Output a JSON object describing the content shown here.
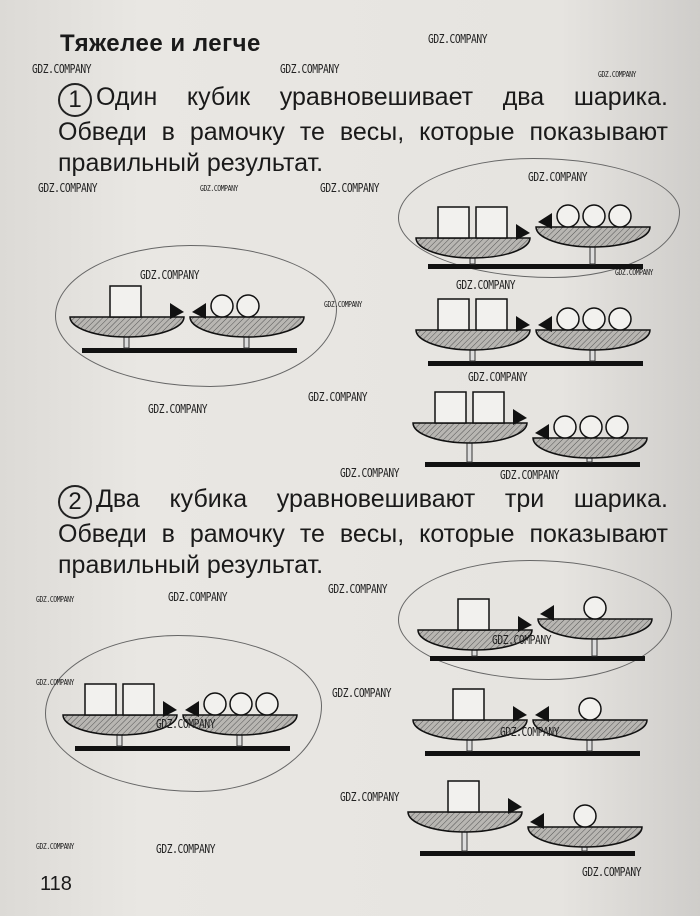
{
  "title": "Тяжелее и легче",
  "page_number": "118",
  "tasks": [
    {
      "number": "1",
      "text": "Один кубик уравновешивает два шарика. Обведи в рамочку те весы, которые показывают правильный результат.",
      "scales": [
        {
          "cubes": 1,
          "balls": 2,
          "left_pan": "level",
          "circled": true
        },
        {
          "cubes": 2,
          "balls": 3,
          "left_pan": "lower",
          "circled": true
        },
        {
          "cubes": 2,
          "balls": 3,
          "left_pan": "level",
          "circled": false
        },
        {
          "cubes": 2,
          "balls": 3,
          "left_pan": "higher",
          "circled": false
        }
      ]
    },
    {
      "number": "2",
      "text": "Два кубика уравновешивают три шарика. Обведи в рамочку те весы, которые показывают правильный результат.",
      "scales": [
        {
          "cubes": 2,
          "balls": 3,
          "left_pan": "level",
          "circled": true
        },
        {
          "cubes": 1,
          "balls": 1,
          "left_pan": "lower",
          "circled": true
        },
        {
          "cubes": 1,
          "balls": 1,
          "left_pan": "level",
          "circled": false
        },
        {
          "cubes": 1,
          "balls": 1,
          "left_pan": "higher",
          "circled": false
        }
      ]
    }
  ],
  "watermark": "GDZ.COMPANY"
}
